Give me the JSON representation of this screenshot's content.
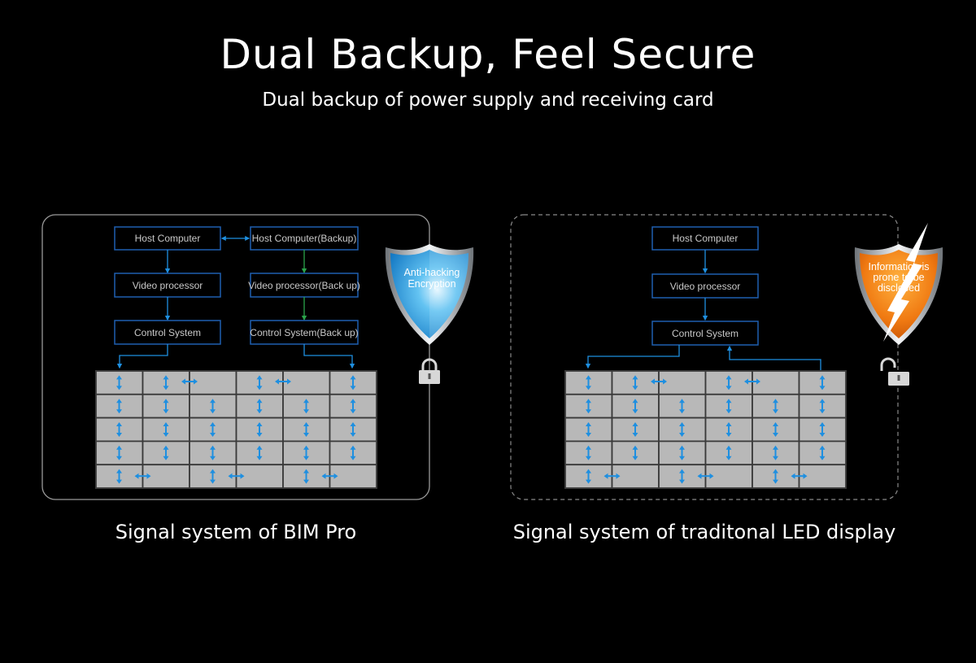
{
  "header": {
    "title": "Dual Backup, Feel Secure",
    "subtitle": "Dual backup of power supply and receiving card"
  },
  "left_panel": {
    "caption": "Signal system of BIM Pro",
    "host": "Host Computer",
    "host_backup": "Host Computer(Backup)",
    "video": "Video processor",
    "video_backup": "Video processor(Back up)",
    "control": "Control System",
    "control_backup": "Control System(Back up)",
    "shield_line1": "Anti-hacking",
    "shield_line2": "Encryption"
  },
  "right_panel": {
    "caption": "Signal system of traditonal LED display",
    "host": "Host Computer",
    "video": "Video processor",
    "control": "Control System",
    "shield_line1": "Information is",
    "shield_line2": "prone to be",
    "shield_line3": "disclosed"
  },
  "colors": {
    "background": "#000000",
    "box_border": "#1f5fb0",
    "arrow_blue": "#1e8fe0",
    "arrow_green": "#2aa34a",
    "grid_fill": "#b8b8b8",
    "shield_blue": "#2ea3e6",
    "shield_orange": "#f07a12"
  }
}
